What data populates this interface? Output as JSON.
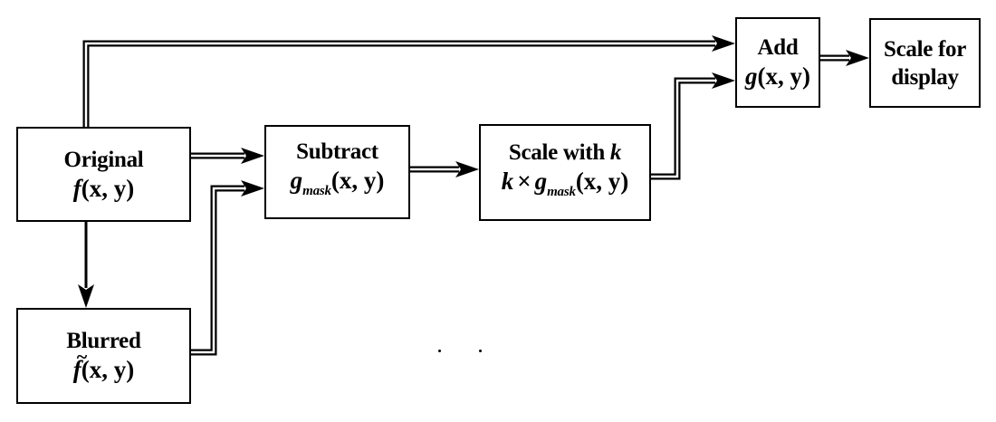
{
  "nodes": {
    "original": {
      "label": "Original",
      "func": "f",
      "args": "(x, y)"
    },
    "blurred": {
      "label": "Blurred",
      "func": "f",
      "args": "(x, y)"
    },
    "subtract": {
      "label": "Subtract",
      "func": "g",
      "sub": "mask",
      "args": "(x, y)"
    },
    "scale_k": {
      "label": "Scale with ",
      "label_var": "k",
      "coef": "k",
      "times": "×",
      "func": "g",
      "sub": "mask",
      "args": "(x, y)"
    },
    "add": {
      "label": "Add",
      "func": "g",
      "args": "(x, y)"
    },
    "display": {
      "label_line1": "Scale for",
      "label_line2": "display"
    }
  },
  "edges": [
    {
      "from": "original",
      "to": "add"
    },
    {
      "from": "original",
      "to": "subtract"
    },
    {
      "from": "original",
      "to": "blurred"
    },
    {
      "from": "blurred",
      "to": "subtract"
    },
    {
      "from": "subtract",
      "to": "scale_k"
    },
    {
      "from": "scale_k",
      "to": "add"
    },
    {
      "from": "add",
      "to": "display"
    }
  ]
}
